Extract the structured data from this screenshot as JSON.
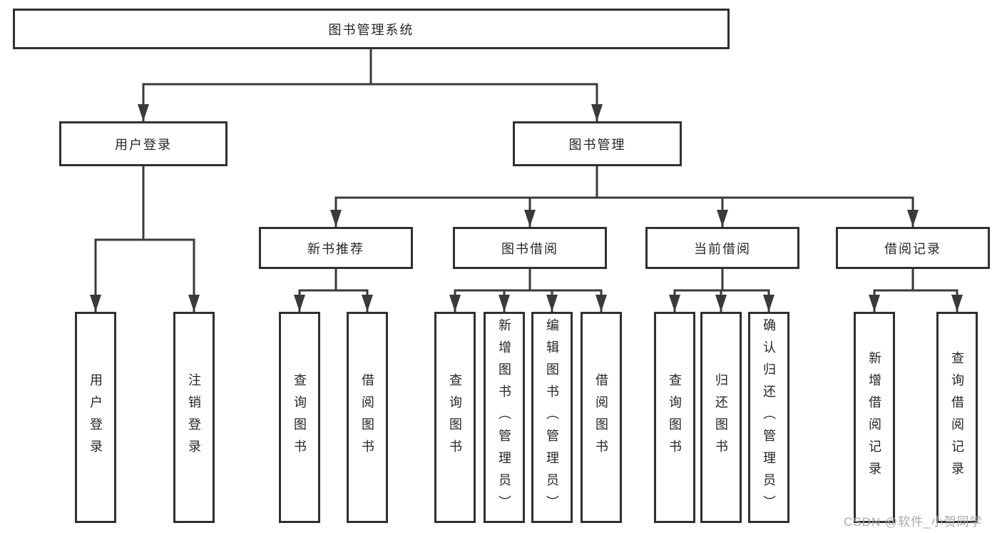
{
  "colors": {
    "background": "#ffffff",
    "line": "#3a3a3a",
    "box_border": "#303030",
    "box_background": "#ffffff",
    "text": "#262626",
    "watermark": "#a9a9a9"
  },
  "watermark": {
    "text": "CSDN @软件_小贺同学"
  },
  "tree": {
    "label": "图书管理系统",
    "children": [
      {
        "label": "用户登录",
        "children": [
          {
            "label": "用户登录"
          },
          {
            "label": "注销登录"
          }
        ]
      },
      {
        "label": "图书管理",
        "children": [
          {
            "label": "新书推荐",
            "children": [
              {
                "label": "查询图书"
              },
              {
                "label": "借阅图书"
              }
            ]
          },
          {
            "label": "图书借阅",
            "children": [
              {
                "label": "查询图书"
              },
              {
                "label": "新增图书（管理员）"
              },
              {
                "label": "编辑图书（管理员）"
              },
              {
                "label": "借阅图书"
              }
            ]
          },
          {
            "label": "当前借阅",
            "children": [
              {
                "label": "查询图书"
              },
              {
                "label": "归还图书"
              },
              {
                "label": "确认归还（管理员）"
              }
            ]
          },
          {
            "label": "借阅记录",
            "children": [
              {
                "label": "新增借阅记录"
              },
              {
                "label": "查询借阅记录"
              }
            ]
          }
        ]
      }
    ]
  }
}
